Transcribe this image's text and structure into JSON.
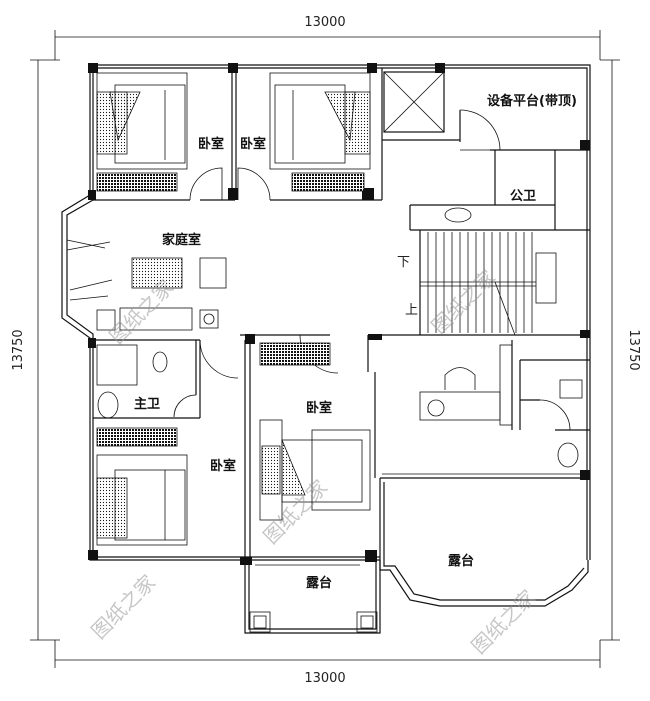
{
  "dimensions": {
    "top": "13000",
    "bottom": "13000",
    "left": "13750",
    "right": "13750"
  },
  "rooms": {
    "bedroom_top_left": "卧室",
    "bedroom_top_right": "卧室",
    "equipment_platform": "设备平台(带顶)",
    "public_bathroom": "公卫",
    "family_room": "家庭室",
    "stair_down": "下",
    "stair_up": "上",
    "master_bathroom": "主卫",
    "bedroom_bottom_left": "卧室",
    "bedroom_middle": "卧室",
    "terrace_middle": "露台",
    "terrace_right": "露台"
  },
  "watermark": "图纸之家"
}
